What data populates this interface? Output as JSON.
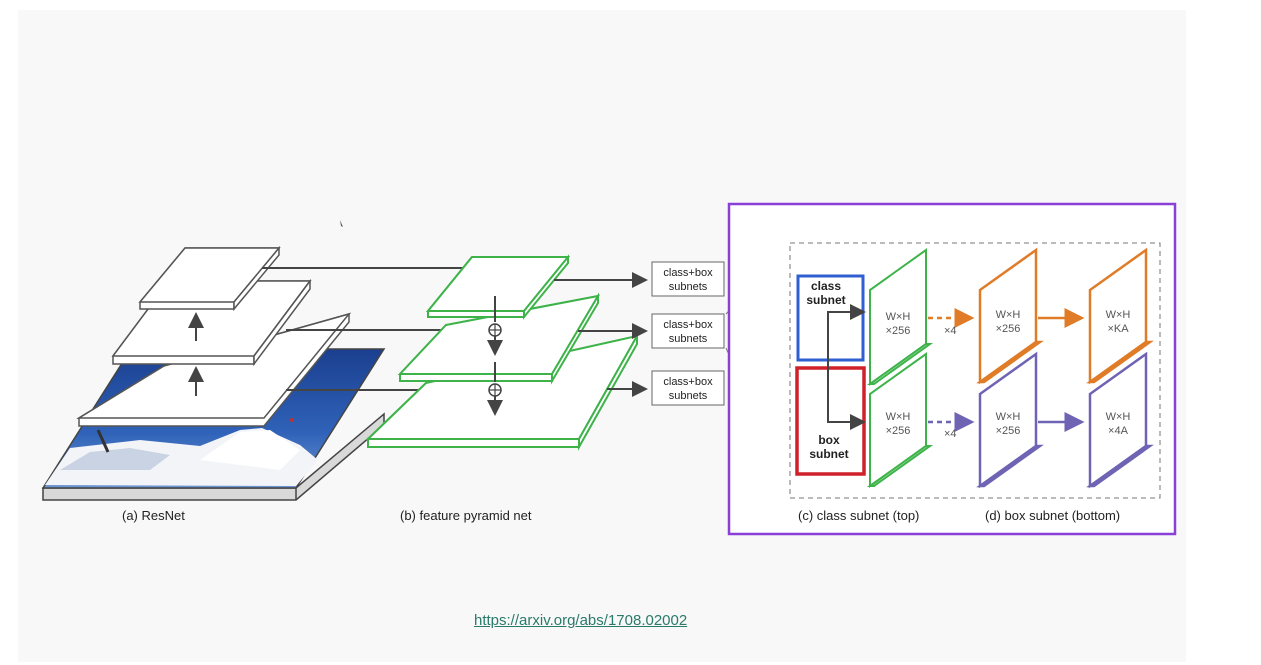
{
  "figure": {
    "resnet_caption": "(a) ResNet",
    "fpn_caption": "(b) feature pyramid net",
    "subnet_outputs": [
      {
        "line1": "class+box",
        "line2": "subnets"
      },
      {
        "line1": "class+box",
        "line2": "subnets"
      },
      {
        "line1": "class+box",
        "line2": "subnets"
      }
    ],
    "class_subnet": {
      "line1": "class",
      "line2": "subnet"
    },
    "box_subnet": {
      "line1": "box",
      "line2": "subnet"
    },
    "class_layers": {
      "first": {
        "line1": "W×H",
        "line2": "×256"
      },
      "mid": {
        "line1": "W×H",
        "line2": "×256"
      },
      "out": {
        "line1": "W×H",
        "line2": "×KA"
      },
      "repeat": "×4"
    },
    "box_layers": {
      "first": {
        "line1": "W×H",
        "line2": "×256"
      },
      "mid": {
        "line1": "W×H",
        "line2": "×256"
      },
      "out": {
        "line1": "W×H",
        "line2": "×4A"
      },
      "repeat": "×4"
    },
    "class_caption": "(c) class subnet (top)",
    "box_caption": "(d) box subnet (bottom)"
  },
  "reference_link": "https://arxiv.org/abs/1708.02002",
  "colors": {
    "fpn_green": "#3db34a",
    "class_orange": "#e07b28",
    "box_purple": "#6f63b4",
    "highlight_purple": "#8a3fd6",
    "class_box_blue": "#2f5fd0",
    "box_box_red": "#d0202a"
  }
}
